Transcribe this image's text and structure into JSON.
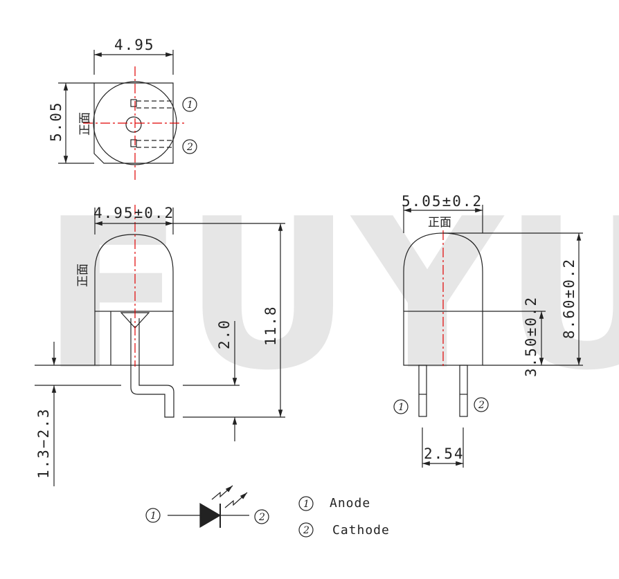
{
  "watermark": "FUYU",
  "top_view": {
    "width_dim": "4.95",
    "height_dim": "5.05",
    "face_label": "正面",
    "pin1": "1",
    "pin2": "2"
  },
  "side_view": {
    "width_dim": "4.95±0.2",
    "face_label": "正面",
    "lead_bend_dim": "2.0",
    "total_height_dim": "11.8",
    "pcb_gap_dim": "1.3−2.3"
  },
  "front_view": {
    "width_dim": "5.05±0.2",
    "face_label": "正面",
    "body_height_dim": "8.60±0.2",
    "base_height_dim": "3.50±0.2",
    "pitch_dim": "2.54",
    "pin1": "1",
    "pin2": "2"
  },
  "legend": {
    "pin1": "1",
    "pin2": "2",
    "anode_label": "Anode",
    "cathode_label": "Cathode"
  },
  "colors": {
    "line": "#222222",
    "centerline": "#e00000",
    "watermark": "#e6e6e6"
  }
}
